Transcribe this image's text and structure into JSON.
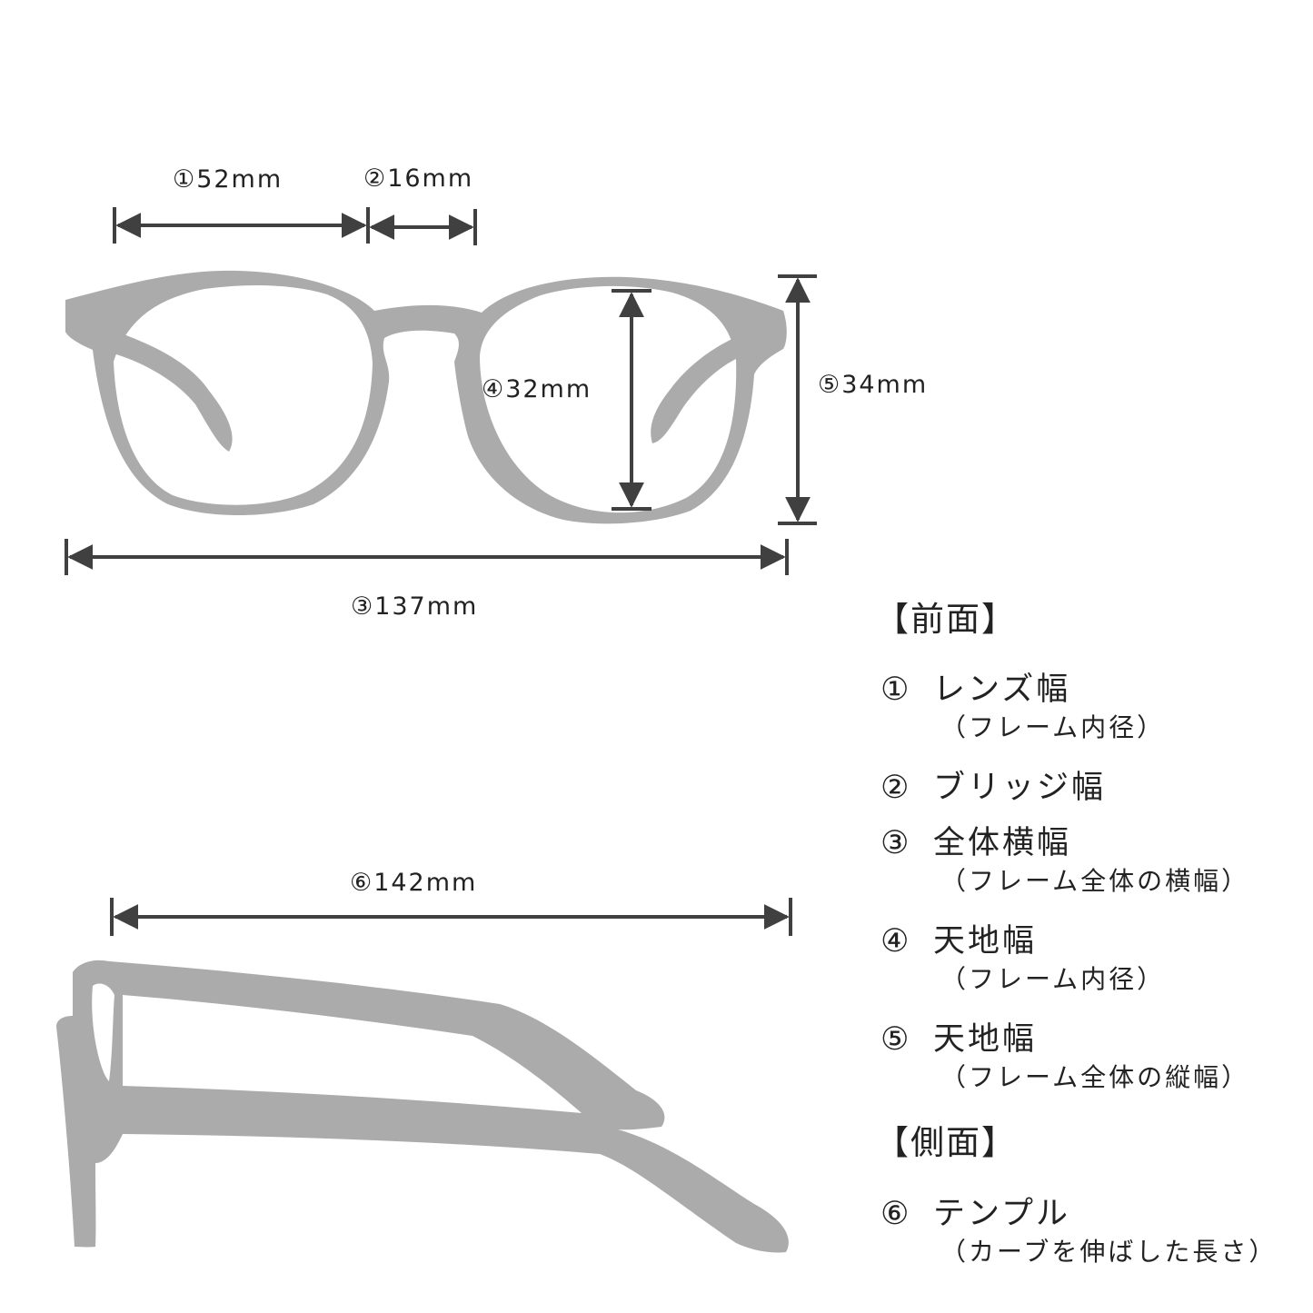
{
  "front_dims": {
    "lens_width": "①52mm",
    "bridge_width": "②16mm",
    "total_width": "③137mm",
    "lens_height": "④32mm",
    "frame_height": "⑤34mm"
  },
  "side_dims": {
    "temple_length": "⑥142mm"
  },
  "legend": {
    "front_heading": "【前面】",
    "side_heading": "【側面】",
    "items": [
      {
        "num": "①",
        "label": "レンズ幅",
        "sub": "（フレーム内径）"
      },
      {
        "num": "②",
        "label": "ブリッジ幅",
        "sub": ""
      },
      {
        "num": "③",
        "label": "全体横幅",
        "sub": "（フレーム全体の横幅）"
      },
      {
        "num": "④",
        "label": "天地幅",
        "sub": "（フレーム内径）"
      },
      {
        "num": "⑤",
        "label": "天地幅",
        "sub": "（フレーム全体の縦幅）"
      },
      {
        "num": "⑥",
        "label": "テンプル",
        "sub": "（カーブを伸ばした長さ）"
      }
    ]
  },
  "colors": {
    "frame": "#ababab",
    "dimension_line": "#404040"
  }
}
